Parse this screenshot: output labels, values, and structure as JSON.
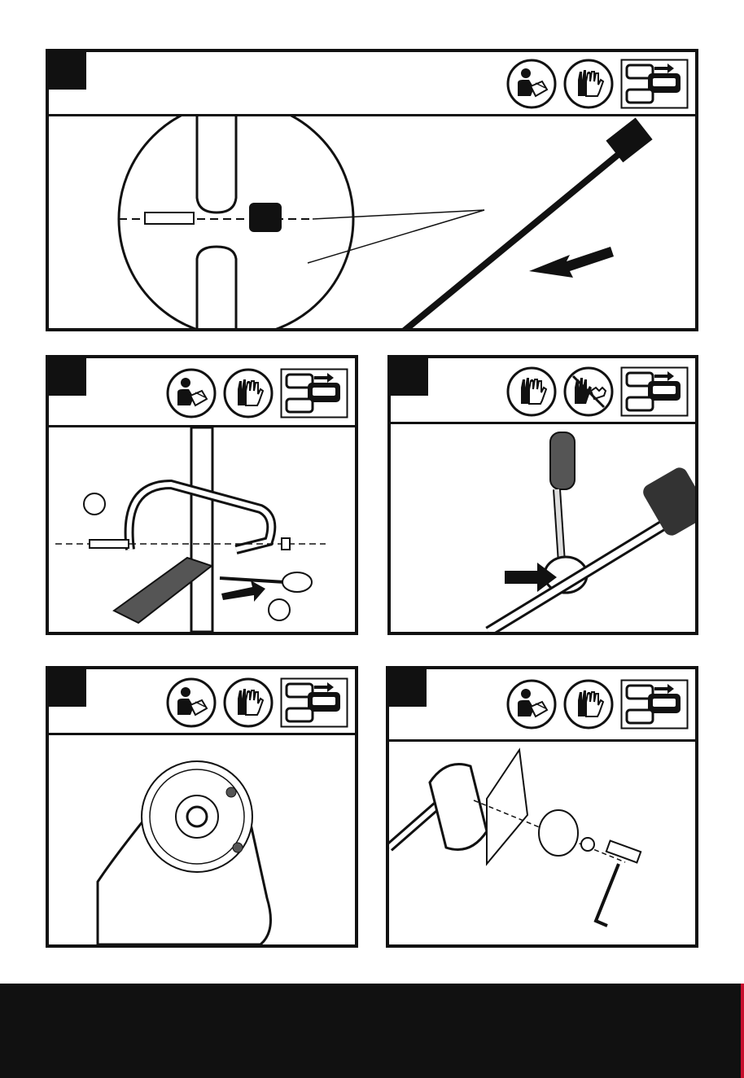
{
  "steps": [
    {
      "id": "step-1",
      "icons": [
        "read-manual-icon",
        "gloves-icon",
        "remove-battery-icon"
      ]
    },
    {
      "id": "step-2",
      "icons": [
        "read-manual-icon",
        "gloves-icon",
        "remove-battery-icon"
      ]
    },
    {
      "id": "step-3",
      "icons": [
        "gloves-icon",
        "no-hands-near-blade-icon",
        "remove-battery-icon"
      ]
    },
    {
      "id": "step-4",
      "icons": [
        "read-manual-icon",
        "gloves-icon",
        "remove-battery-icon"
      ]
    },
    {
      "id": "step-5",
      "icons": [
        "read-manual-icon",
        "gloves-icon",
        "remove-battery-icon"
      ]
    }
  ],
  "colors": {
    "ink": "#111111",
    "footer": "#111111",
    "footer_accent": "#c8102e"
  }
}
